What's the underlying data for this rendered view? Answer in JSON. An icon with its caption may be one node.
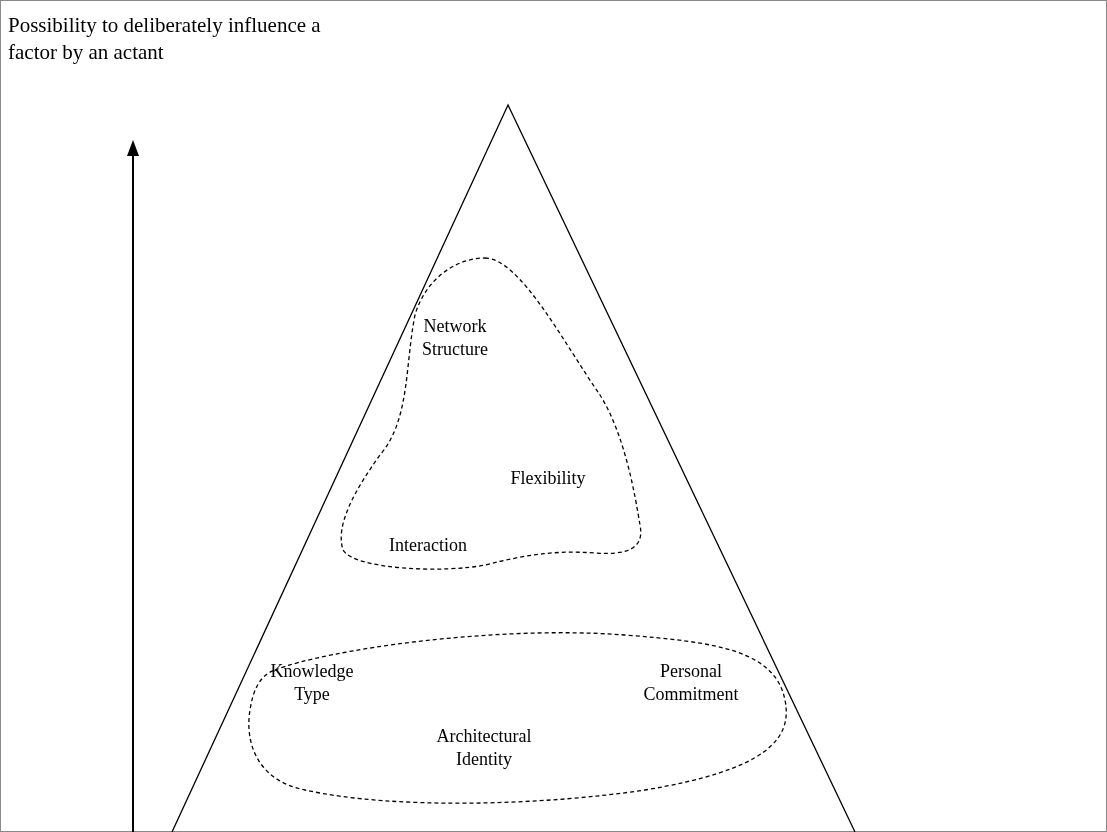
{
  "diagram": {
    "nodes": [
      {
        "text": [],
        "shape": "triangle"
      },
      {
        "text": [
          "Network Structure",
          "Flexibility",
          "Interaction"
        ],
        "in": 0
      },
      {
        "text": [
          "Knowledge Type",
          "Personal Commitment",
          "Architectural Identity"
        ],
        "in": 0
      }
    ],
    "labels": [
      "Possibility to deliberately influence a factor by an actant"
    ]
  }
}
